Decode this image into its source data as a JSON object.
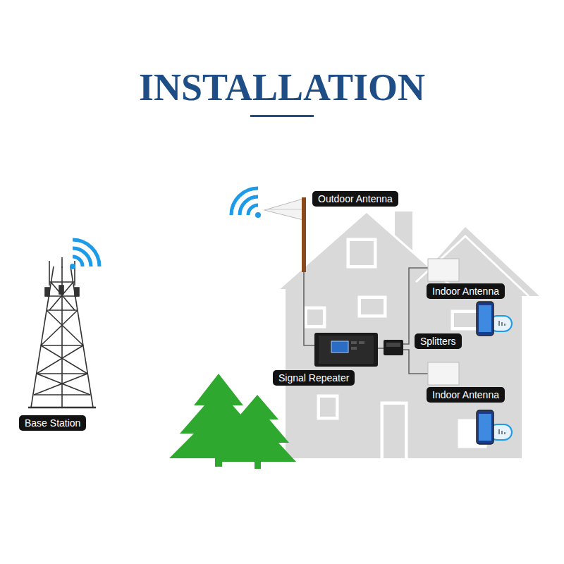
{
  "diagram": {
    "title": "INSTALLATION",
    "nodes": [
      {
        "text": [
          "Outdoor Antenna"
        ]
      },
      {
        "text": [
          "Indoor Antenna"
        ]
      },
      {
        "text": [
          "Splitters"
        ]
      },
      {
        "text": [
          "Signal Repeater"
        ]
      },
      {
        "text": [
          "Indoor Antenna"
        ]
      },
      {
        "text": [
          "Base Station"
        ]
      }
    ]
  }
}
